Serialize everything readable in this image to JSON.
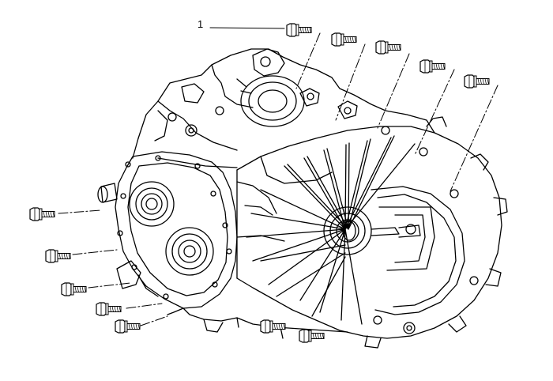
{
  "diagram": {
    "callout_label": "1",
    "line_color": "#000000",
    "background": "#ffffff",
    "parts": {
      "bolt": "hex-flange-bolt-icon",
      "housing": "transmission-case",
      "bell": "clutch-housing"
    }
  }
}
